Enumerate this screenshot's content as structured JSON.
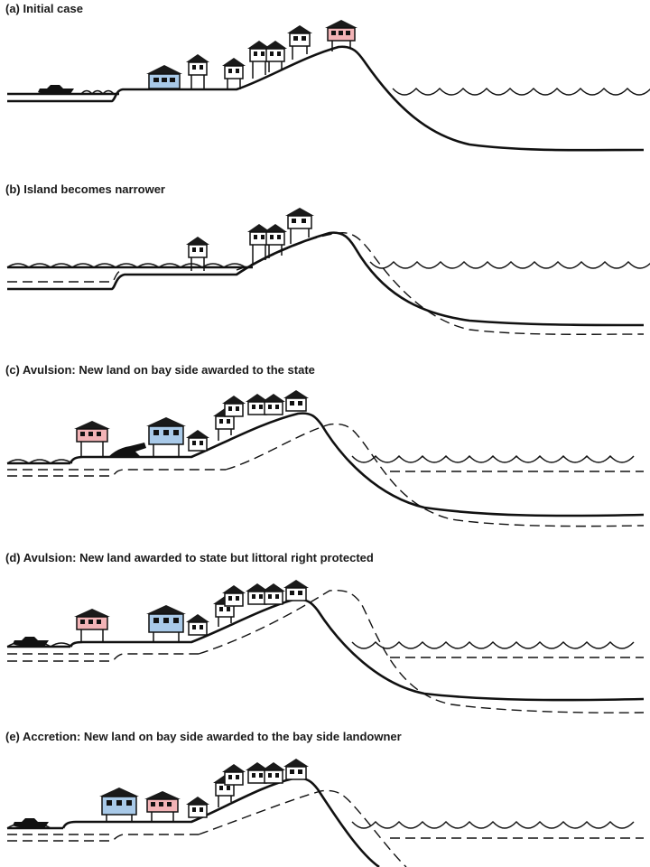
{
  "colors": {
    "line": "#111111",
    "house_white": "#ffffff",
    "house_blue": "#a8c9e8",
    "house_pink": "#f2b3b6",
    "roof": "#1a1a1a"
  },
  "icons": {
    "house": "house-icon",
    "boat": "boat-icon"
  },
  "panels": {
    "a": {
      "title": "(a) Initial case"
    },
    "b": {
      "title": "(b) Island becomes narrower"
    },
    "c": {
      "title": "(c) Avulsion:  New land on bay side awarded to the state"
    },
    "d": {
      "title": "(d) Avulsion:  New land awarded to state but littoral right protected"
    },
    "e": {
      "title": "(e) Accretion: New land on bay side awarded to the bay side landowner"
    }
  }
}
